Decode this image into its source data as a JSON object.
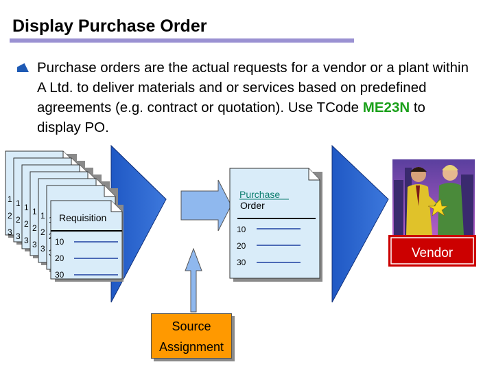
{
  "title": "Display Purchase Order",
  "body": {
    "text_before": "Purchase orders are the actual requests for a vendor or a plant within A Ltd. to deliver materials and or services based on predefined agreements (e.g. contract or quotation). Use TCode ",
    "tcode": "ME23N",
    "text_after": " to display PO."
  },
  "requisition": {
    "label": "Requisition",
    "items": [
      "10",
      "20",
      "30"
    ],
    "stack_digits": [
      "1",
      "2",
      "3"
    ]
  },
  "purchase_order": {
    "label_line1": "Purchase",
    "label_line2": "Order",
    "items": [
      "10",
      "20",
      "30"
    ]
  },
  "source_assignment": {
    "line1": "Source",
    "line2": "Assignment"
  },
  "vendor": {
    "label": "Vendor"
  },
  "colors": {
    "title_rule": "#9a91d2",
    "bullet": "#1e5ab4",
    "tcode": "#1aa01a",
    "funnel_blue": "#2a62c8",
    "document_fill": "#d9ecf9",
    "arrow_fill": "#8fb8ee",
    "source_box": "#ff9900",
    "vendor_label_bg": "#cc0000",
    "po_title": "#0b7d6e"
  },
  "icons": [
    "bullet-arrow-icon",
    "handshake-business-people-icon",
    "skyline-icon"
  ]
}
